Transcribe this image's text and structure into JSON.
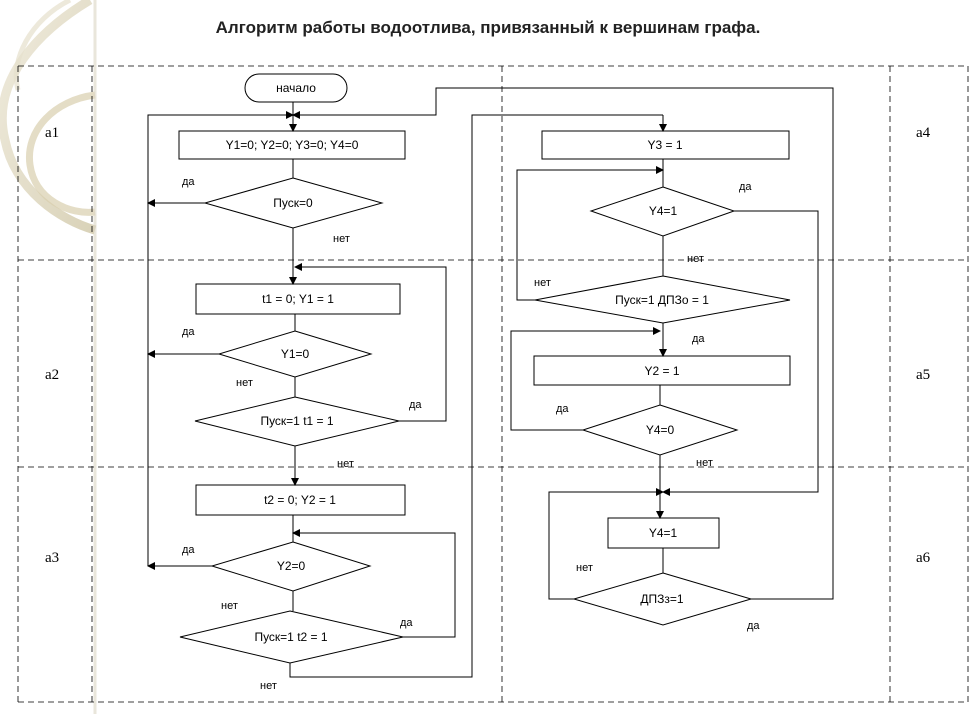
{
  "title": "Алгоритм работы  водоотлива, привязанный к вершинам графа.",
  "zones": [
    "а1",
    "а2",
    "а3",
    "а4",
    "а5",
    "а6"
  ],
  "blocks": {
    "start": "начало",
    "init": "Y1=0; Y2=0; Y3=0; Y4=0",
    "pusk0": "Пуск=0",
    "t1set": "t1 = 0; Y1 = 1",
    "y1_0": "Y1=0",
    "pusk_t1": "Пуск=1 t1 = 1",
    "t2set": "t2 = 0; Y2 = 1",
    "y2_0": "Y2=0",
    "pusk_t2": "Пуск=1 t2 = 1",
    "y3_1": "Y3 = 1",
    "y4_1a": "Y4=1",
    "pusk_dpzo": "Пуск=1 ДПЗо = 1",
    "y2_1": "Y2 = 1",
    "y4_0": "Y4=0",
    "y4_1b": "Y4=1",
    "dpzz": "ДПЗз=1"
  },
  "branch": {
    "yes": "да",
    "no": "нет"
  }
}
